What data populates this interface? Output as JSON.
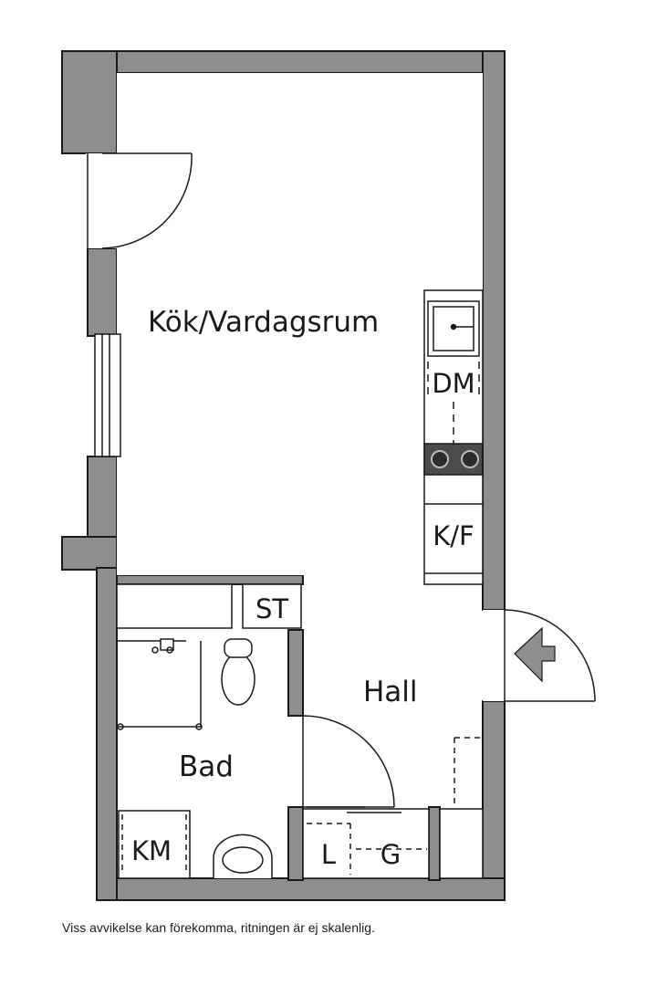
{
  "floorplan": {
    "rooms": {
      "living": "Kök/Vardagsrum",
      "hall": "Hall",
      "bath": "Bad"
    },
    "fixtures": {
      "dishwasher": "DM",
      "fridge_freezer": "K/F",
      "storage": "ST",
      "washing_machine": "KM",
      "linen_closet": "L",
      "wardrobe": "G"
    }
  },
  "disclaimer": "Viss avvikelse kan förekomma, ritningen är ej skalenlig.",
  "colors": {
    "wall": "#8c8e8f",
    "line": "#1a1a1a",
    "background": "#ffffff"
  },
  "icons": {
    "entrance": "entrance-arrow-icon"
  }
}
